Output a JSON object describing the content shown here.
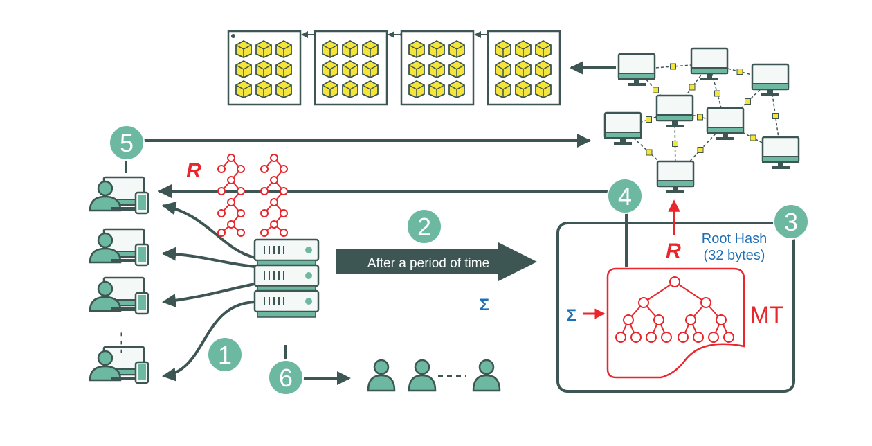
{
  "diagram": {
    "step_labels": [
      "1",
      "2",
      "3",
      "4",
      "5",
      "6"
    ],
    "arrow_label": "After a period of time",
    "sigma_symbol": "Σ",
    "r_symbol": "R",
    "root_hash_line1": "Root Hash",
    "root_hash_line2": "(32 bytes)",
    "mt_label": "MT",
    "ellipsis_dots": "- - -",
    "colors": {
      "teal": "#6db8a0",
      "dark": "#3d5553",
      "red": "#e8262c",
      "blue": "#1f6fb4",
      "block_yellow": "#f5e53a",
      "monitor_fill": "#f4f8f7"
    },
    "icons": [
      "user-computer-phone-icon",
      "server-stack-icon",
      "blockchain-block-icon",
      "network-computer-icon",
      "person-icon",
      "merkle-tree-icon"
    ]
  }
}
